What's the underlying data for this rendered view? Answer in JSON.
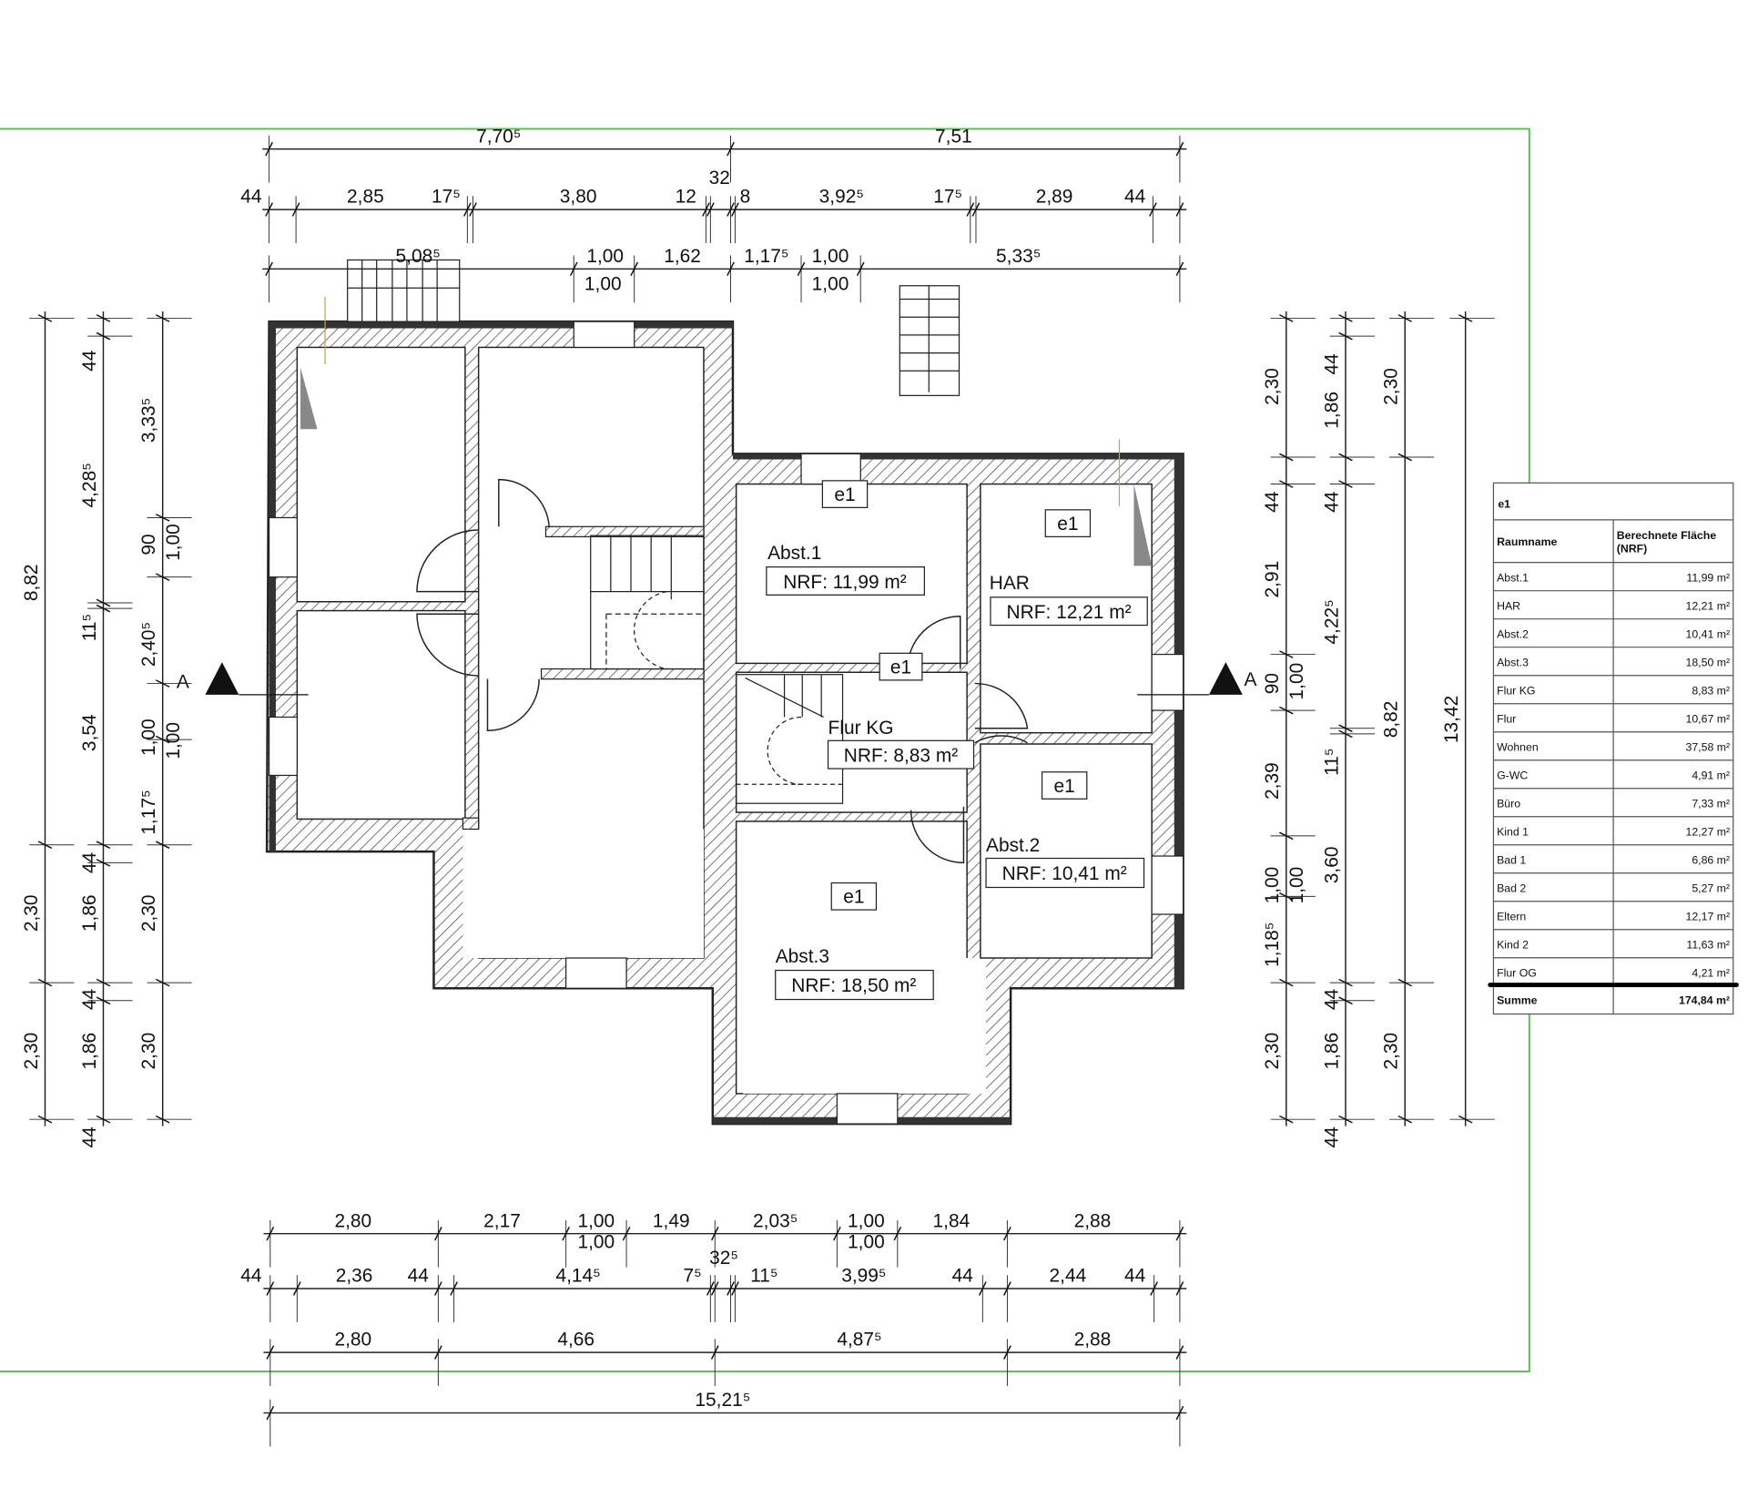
{
  "colors": {
    "frame": "#4cbf4c",
    "wall_line": "#222222",
    "hatch": "#555555",
    "ink": "#111111"
  },
  "dimensions": {
    "top1": [
      "7,70⁵",
      "7,51"
    ],
    "top2": [
      "44",
      "2,85",
      "17⁵",
      "3,80",
      "12",
      "32",
      "8",
      "3,92⁵",
      "17⁵",
      "2,89",
      "44"
    ],
    "top3": [
      "5,08⁵",
      "1,00",
      "1,00",
      "1,62",
      "1,17⁵",
      "1,00",
      "1,00",
      "5,33⁵"
    ],
    "left1": [
      "8,82",
      "2,30",
      "2,30"
    ],
    "left2": [
      "44",
      "4,28⁵",
      "11⁵",
      "3,54",
      "44",
      "1,86",
      "44",
      "1,86",
      "44"
    ],
    "left3": [
      "3,33⁵",
      "90",
      "1,00",
      "2,40⁵",
      "1,00",
      "1,00",
      "1,17⁵",
      "2,30",
      "2,30"
    ],
    "right1": [
      "2,30",
      "44",
      "2,91",
      "90",
      "1,00",
      "2,39",
      "1,00",
      "1,00",
      "1,18⁵",
      "2,30"
    ],
    "right2": [
      "44",
      "1,86",
      "44",
      "4,22⁵",
      "11⁵",
      "3,60",
      "44",
      "1,86",
      "44"
    ],
    "right3": [
      "2,30",
      "8,82",
      "2,30"
    ],
    "right4": [
      "13,42"
    ],
    "bottom1": [
      "2,80",
      "2,17",
      "1,00",
      "1,00",
      "1,49",
      "2,03⁵",
      "1,00",
      "1,00",
      "1,84",
      "2,88"
    ],
    "bottom2": [
      "44",
      "2,36",
      "44",
      "4,14⁵",
      "7⁵",
      "32⁵",
      "11⁵",
      "3,99⁵",
      "44",
      "2,44",
      "44"
    ],
    "bottom3": [
      "2,80",
      "4,66",
      "4,87⁵",
      "2,88"
    ],
    "bottom4": [
      "15,21⁵"
    ]
  },
  "section_marker": {
    "left": "A",
    "right": "A"
  },
  "rooms": [
    {
      "name": "Abst.1",
      "area": "NRF: 11,99 m²"
    },
    {
      "name": "HAR",
      "area": "NRF: 12,21 m²"
    },
    {
      "name": "Flur KG",
      "area": "NRF: 8,83 m²"
    },
    {
      "name": "Abst.2",
      "area": "NRF: 10,41 m²"
    },
    {
      "name": "Abst.3",
      "area": "NRF: 18,50 m²"
    }
  ],
  "tags": [
    "e1",
    "e1",
    "e1",
    "e1",
    "e1"
  ],
  "table": {
    "title": "e1",
    "headers": [
      "Raumname",
      "Berechnete Fläche",
      "(NRF)"
    ],
    "rows": [
      [
        "Abst.1",
        "11,99 m²"
      ],
      [
        "HAR",
        "12,21 m²"
      ],
      [
        "Abst.2",
        "10,41 m²"
      ],
      [
        "Abst.3",
        "18,50 m²"
      ],
      [
        "Flur KG",
        "8,83 m²"
      ],
      [
        "Flur",
        "10,67 m²"
      ],
      [
        "Wohnen",
        "37,58 m²"
      ],
      [
        "G-WC",
        "4,91 m²"
      ],
      [
        "Büro",
        "7,33 m²"
      ],
      [
        "Kind 1",
        "12,27 m²"
      ],
      [
        "Bad 1",
        "6,86 m²"
      ],
      [
        "Bad 2",
        "5,27 m²"
      ],
      [
        "Eltern",
        "12,17 m²"
      ],
      [
        "Kind 2",
        "11,63 m²"
      ],
      [
        "Flur OG",
        "4,21 m²"
      ]
    ],
    "total_label": "Summe",
    "total_value": "174,84 m²"
  }
}
